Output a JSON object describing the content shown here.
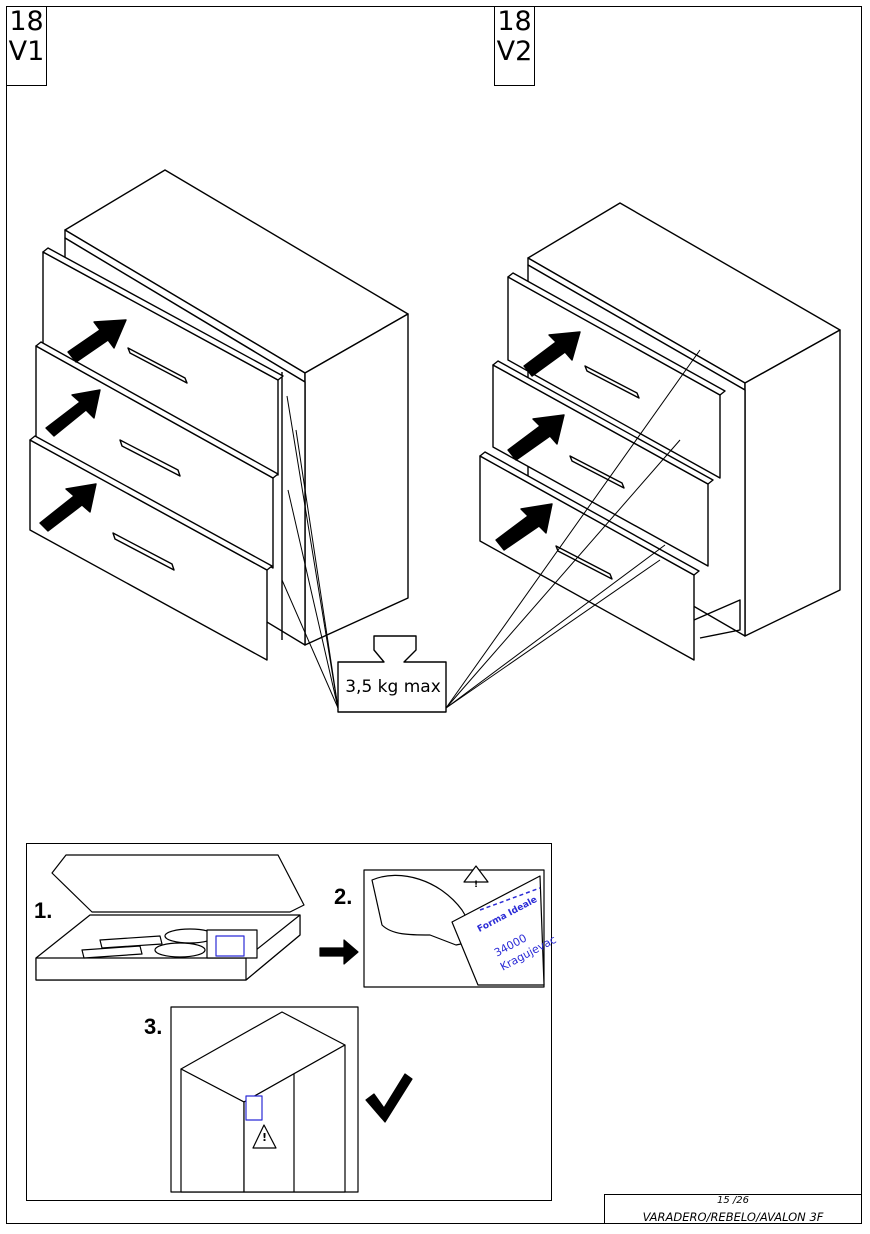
{
  "steps": {
    "v1": {
      "number": "18",
      "variant": "V1"
    },
    "v2": {
      "number": "18",
      "variant": "V2"
    }
  },
  "weight_label": "3,5 kg max",
  "inspection": {
    "step1_label": "1.",
    "step2_label": "2.",
    "step3_label": "3.",
    "stamp_company": "Forma Ideale",
    "stamp_postcode": "34000",
    "stamp_city": "Kragujevac",
    "warning_symbol": "!",
    "ok_icon": "checkmark-icon"
  },
  "footer": {
    "page": "15 /26",
    "product": "VARADERO/REBELO/AVALON 3F"
  }
}
